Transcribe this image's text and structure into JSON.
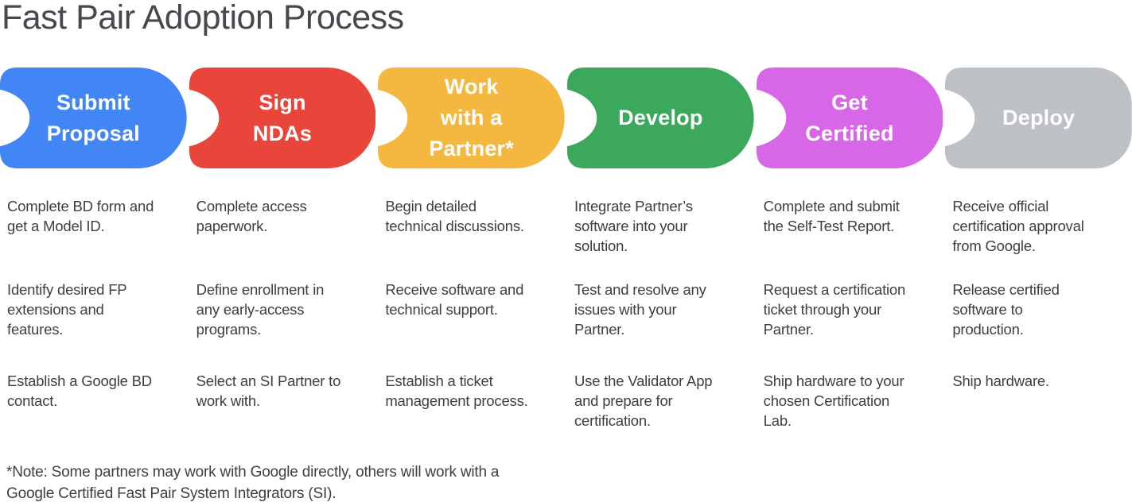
{
  "page": {
    "title": "Fast Pair Adoption Process",
    "background_color": "#ffffff",
    "title_color": "#45494d",
    "body_text_color": "#3c4043"
  },
  "stages": [
    {
      "id": "submit-proposal",
      "label": "Submit Proposal",
      "label_lines": [
        "Submit",
        "Proposal"
      ],
      "color": "#4285F4",
      "label_color": "#ffffff",
      "paragraphs": [
        {
          "lines": [
            "Complete BD form and",
            "get a Model ID."
          ]
        },
        {
          "lines": [
            "Identify desired FP",
            "extensions and",
            "features."
          ]
        },
        {
          "lines": [
            "Establish a Google BD",
            "contact."
          ]
        }
      ]
    },
    {
      "id": "sign-ndas",
      "label": "Sign NDAs",
      "label_lines": [
        "Sign",
        "NDAs"
      ],
      "color": "#E8463B",
      "label_color": "#ffffff",
      "paragraphs": [
        {
          "lines": [
            "Complete access",
            "paperwork."
          ]
        },
        {
          "lines": [
            "Define enrollment in",
            "any early-access",
            "programs."
          ]
        },
        {
          "lines": [
            "Select an SI Partner to",
            "work with."
          ]
        }
      ]
    },
    {
      "id": "work-with-a-partner",
      "label": "Work with a Partner*",
      "label_lines": [
        "Work",
        "with a",
        "Partner*"
      ],
      "color": "#F4B73F",
      "label_color": "#ffffff",
      "paragraphs": [
        {
          "lines": [
            "Begin detailed",
            "technical discussions."
          ]
        },
        {
          "lines": [
            "Receive software and",
            "technical support."
          ]
        },
        {
          "lines": [
            "Establish a ticket",
            "management process."
          ]
        }
      ]
    },
    {
      "id": "develop",
      "label": "Develop",
      "label_lines": [
        "Develop"
      ],
      "color": "#3BA85C",
      "label_color": "#ffffff",
      "paragraphs": [
        {
          "lines": [
            "Integrate Partner’s",
            "software into your",
            "solution."
          ]
        },
        {
          "lines": [
            "Test and resolve any",
            "issues with your",
            "Partner."
          ]
        },
        {
          "lines": [
            "Use the Validator App",
            "and prepare for",
            "certification."
          ]
        }
      ]
    },
    {
      "id": "get-certified",
      "label": "Get Certified",
      "label_lines": [
        "Get",
        "Certified"
      ],
      "color": "#D867E8",
      "label_color": "#ffffff",
      "paragraphs": [
        {
          "lines": [
            "Complete and submit",
            "the Self-Test Report."
          ]
        },
        {
          "lines": [
            "Request a certification",
            "ticket through your",
            "Partner."
          ]
        },
        {
          "lines": [
            "Ship hardware to your",
            "chosen Certification",
            "Lab."
          ]
        }
      ]
    },
    {
      "id": "deploy",
      "label": "Deploy",
      "label_lines": [
        "Deploy"
      ],
      "color": "#BDC1C6",
      "label_color": "#ffffff",
      "paragraphs": [
        {
          "lines": [
            "Receive official",
            "certification approval",
            "from Google."
          ]
        },
        {
          "lines": [
            "Release certified",
            "software to",
            "production."
          ]
        },
        {
          "lines": [
            "Ship hardware."
          ]
        }
      ]
    }
  ],
  "footnote": {
    "line1": "*Note: Some partners may work with Google directly, others will work with a",
    "line2": "Google Certified Fast Pair System Integrators (SI)."
  }
}
